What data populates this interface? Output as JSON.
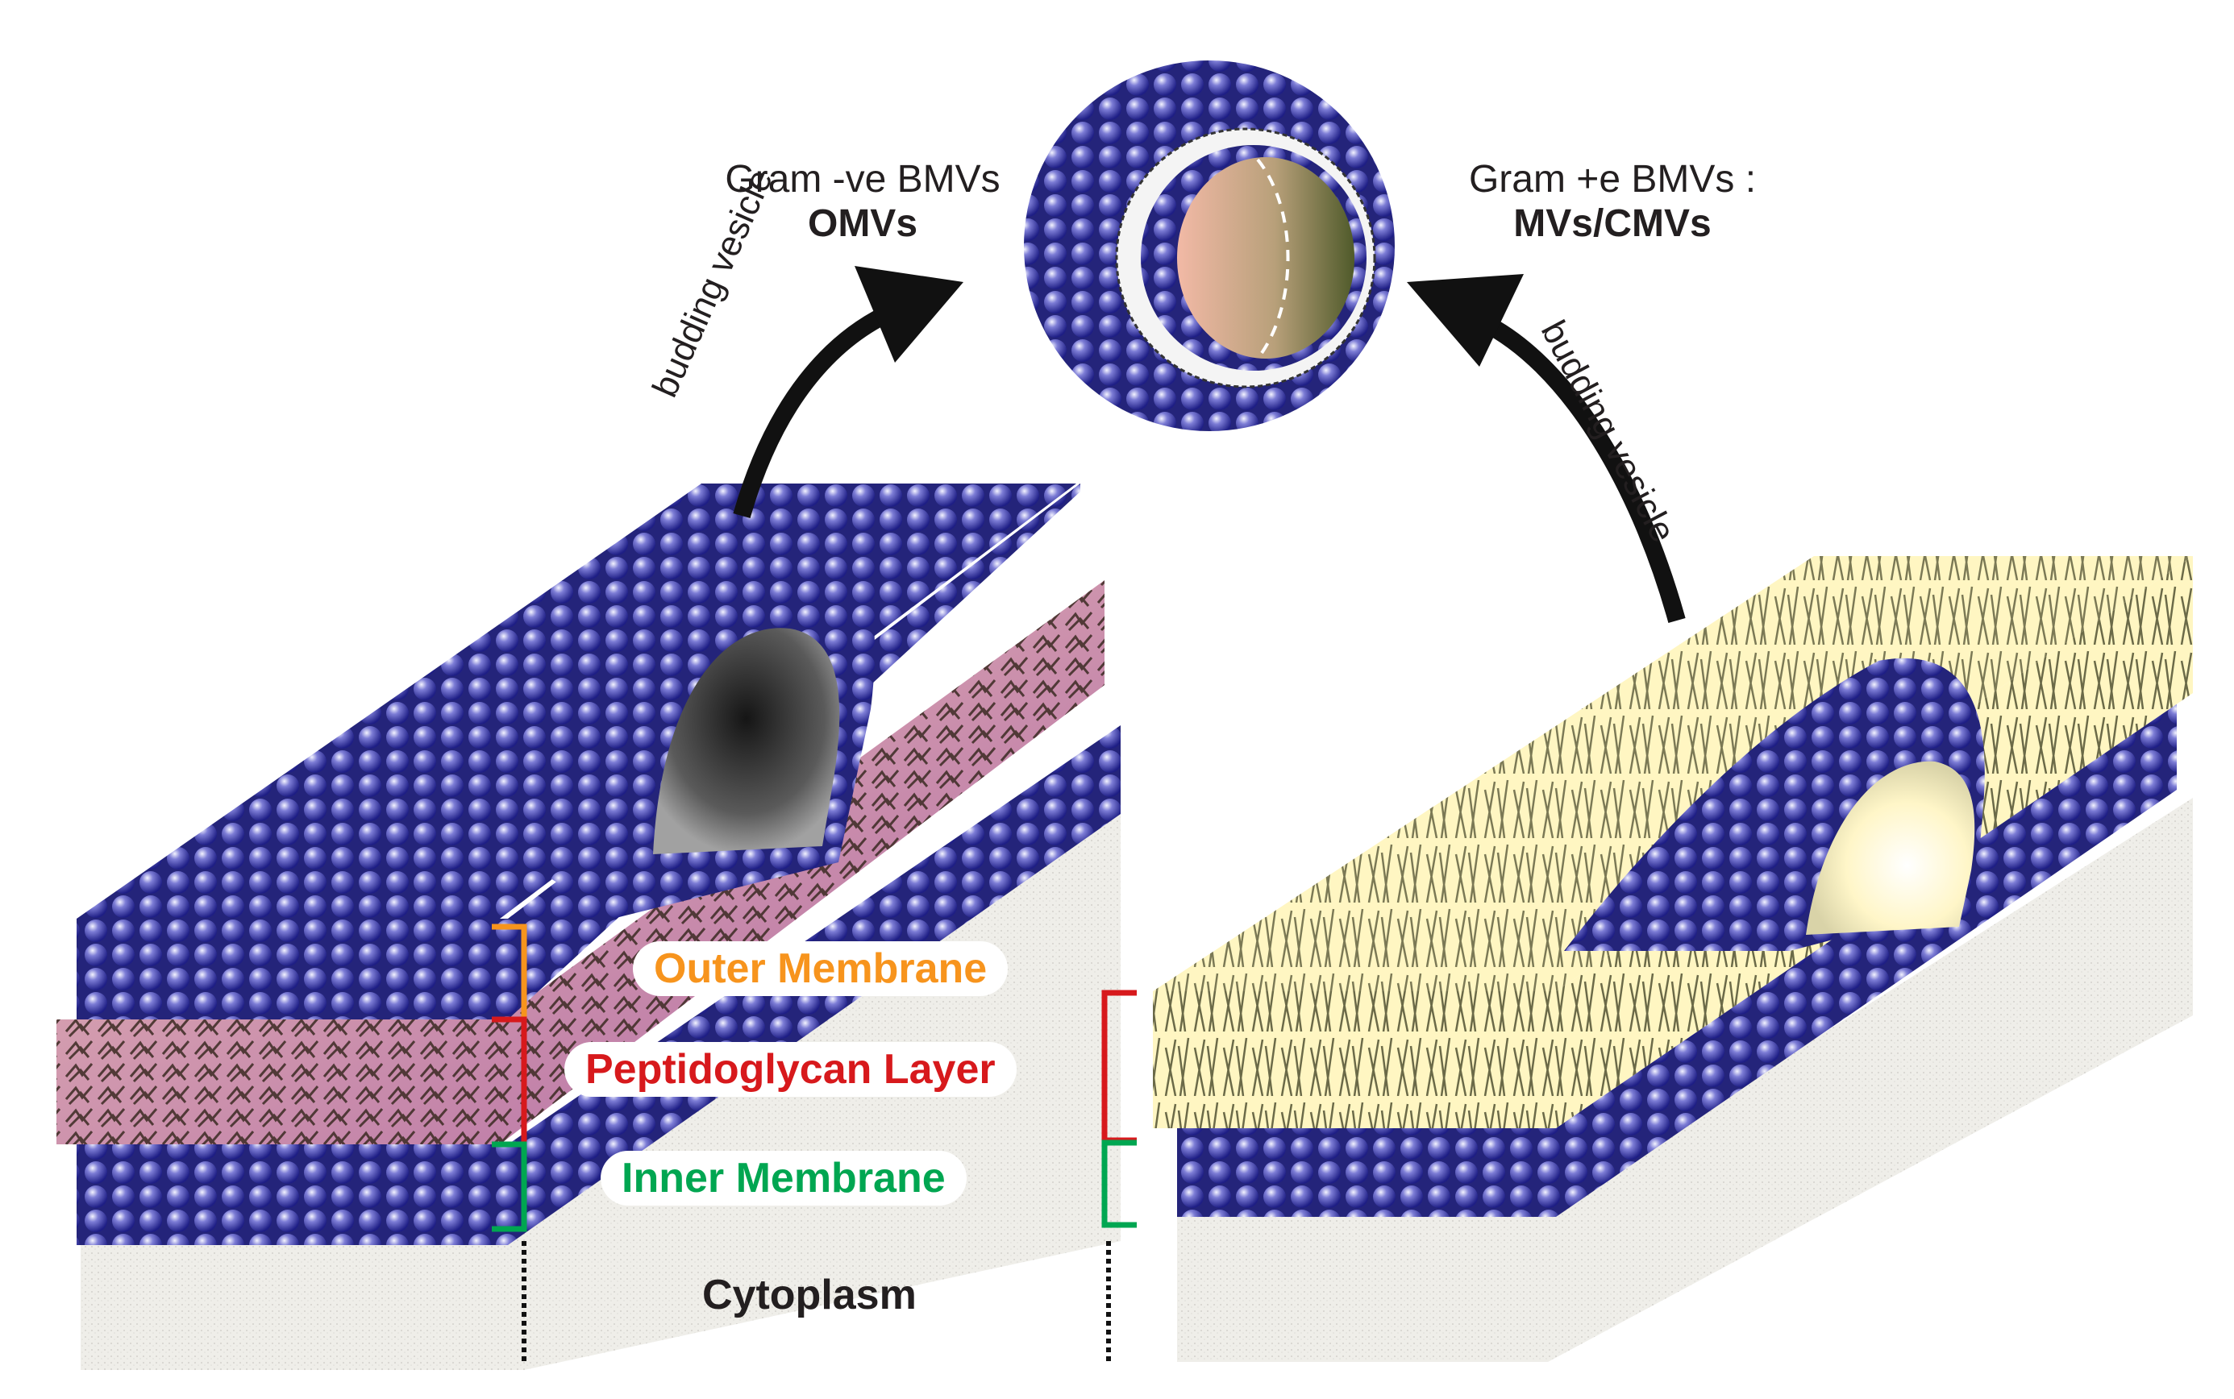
{
  "labels": {
    "gram_neg_title": "Gram -ve BMVs",
    "gram_neg_sub": "OMVs",
    "gram_pos_title": "Gram +e BMVs :",
    "gram_pos_sub": "MVs/CMVs",
    "budding_left": "budding vesicle",
    "budding_right": "budding vesicle",
    "outer_membrane": "Outer Membrane",
    "peptidoglycan_layer": "Peptidoglycan Layer",
    "inner_membrane": "Inner Membrane",
    "cytoplasm": "Cytoplasm"
  },
  "colors": {
    "lipid_head": "#2f2f9e",
    "lipid_head_highlight": "#e8e8ff",
    "outer_membrane": "#f7941d",
    "peptidoglycan": "#d7191c",
    "inner_membrane": "#00a651",
    "peptidoglycan_fill": "#e6b3ac",
    "gram_pos_wall": "#fff6c2",
    "cytoplasm": "#ecebe6",
    "arrow": "#111111"
  }
}
